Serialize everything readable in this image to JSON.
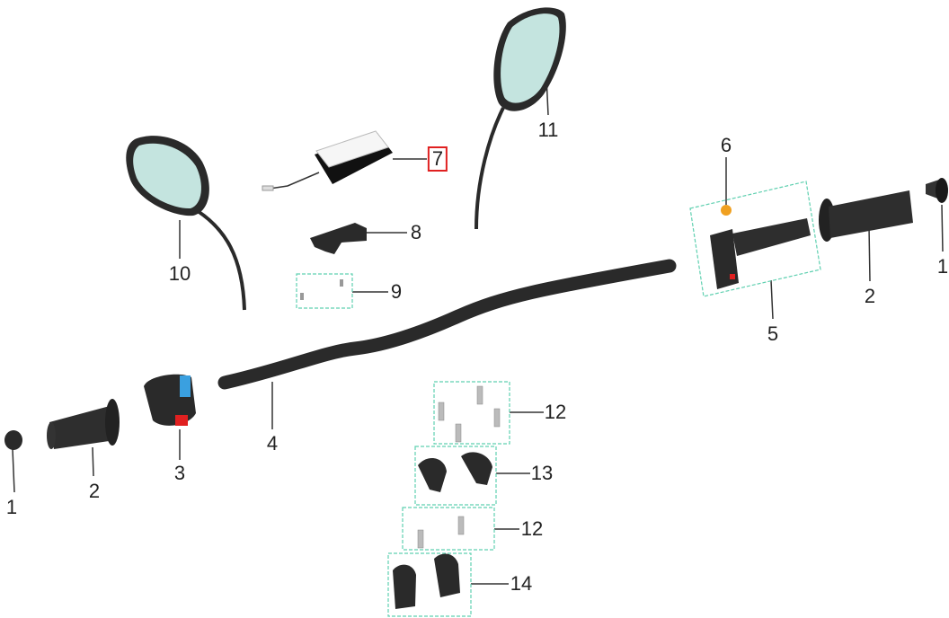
{
  "diagram": {
    "highlighted_part": "7",
    "colors": {
      "highlight": "#e02020",
      "group_box": "#5fd0b0",
      "part": "#2b2b2b",
      "mirror_glass": "#c4e4df"
    },
    "callouts": [
      {
        "id": "left-bar-end",
        "label": "1"
      },
      {
        "id": "left-grip",
        "label": "2"
      },
      {
        "id": "left-switch",
        "label": "3"
      },
      {
        "id": "handlebar",
        "label": "4"
      },
      {
        "id": "throttle-assembly",
        "label": "5"
      },
      {
        "id": "throttle-cap",
        "label": "6"
      },
      {
        "id": "module",
        "label": "7"
      },
      {
        "id": "bracket",
        "label": "8"
      },
      {
        "id": "bracket-screws",
        "label": "9"
      },
      {
        "id": "left-mirror",
        "label": "10"
      },
      {
        "id": "right-mirror",
        "label": "11"
      },
      {
        "id": "upper-bolts",
        "label": "12"
      },
      {
        "id": "upper-clamps",
        "label": "13"
      },
      {
        "id": "lower-bolts",
        "label": "12"
      },
      {
        "id": "lower-clamps",
        "label": "14"
      },
      {
        "id": "right-grip",
        "label": "2"
      },
      {
        "id": "right-bar-end",
        "label": "1"
      }
    ]
  }
}
